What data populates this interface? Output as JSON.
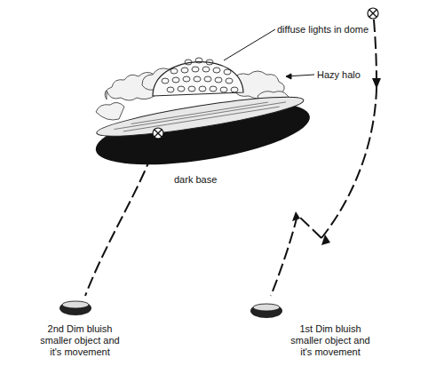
{
  "diagram": {
    "labels": [
      "diffuse lights in dome",
      "Hazy halo",
      "dark base",
      "2nd Dim bluish smaller object and it's movement",
      "1st Dim bluish smaller object and it's movement"
    ]
  }
}
